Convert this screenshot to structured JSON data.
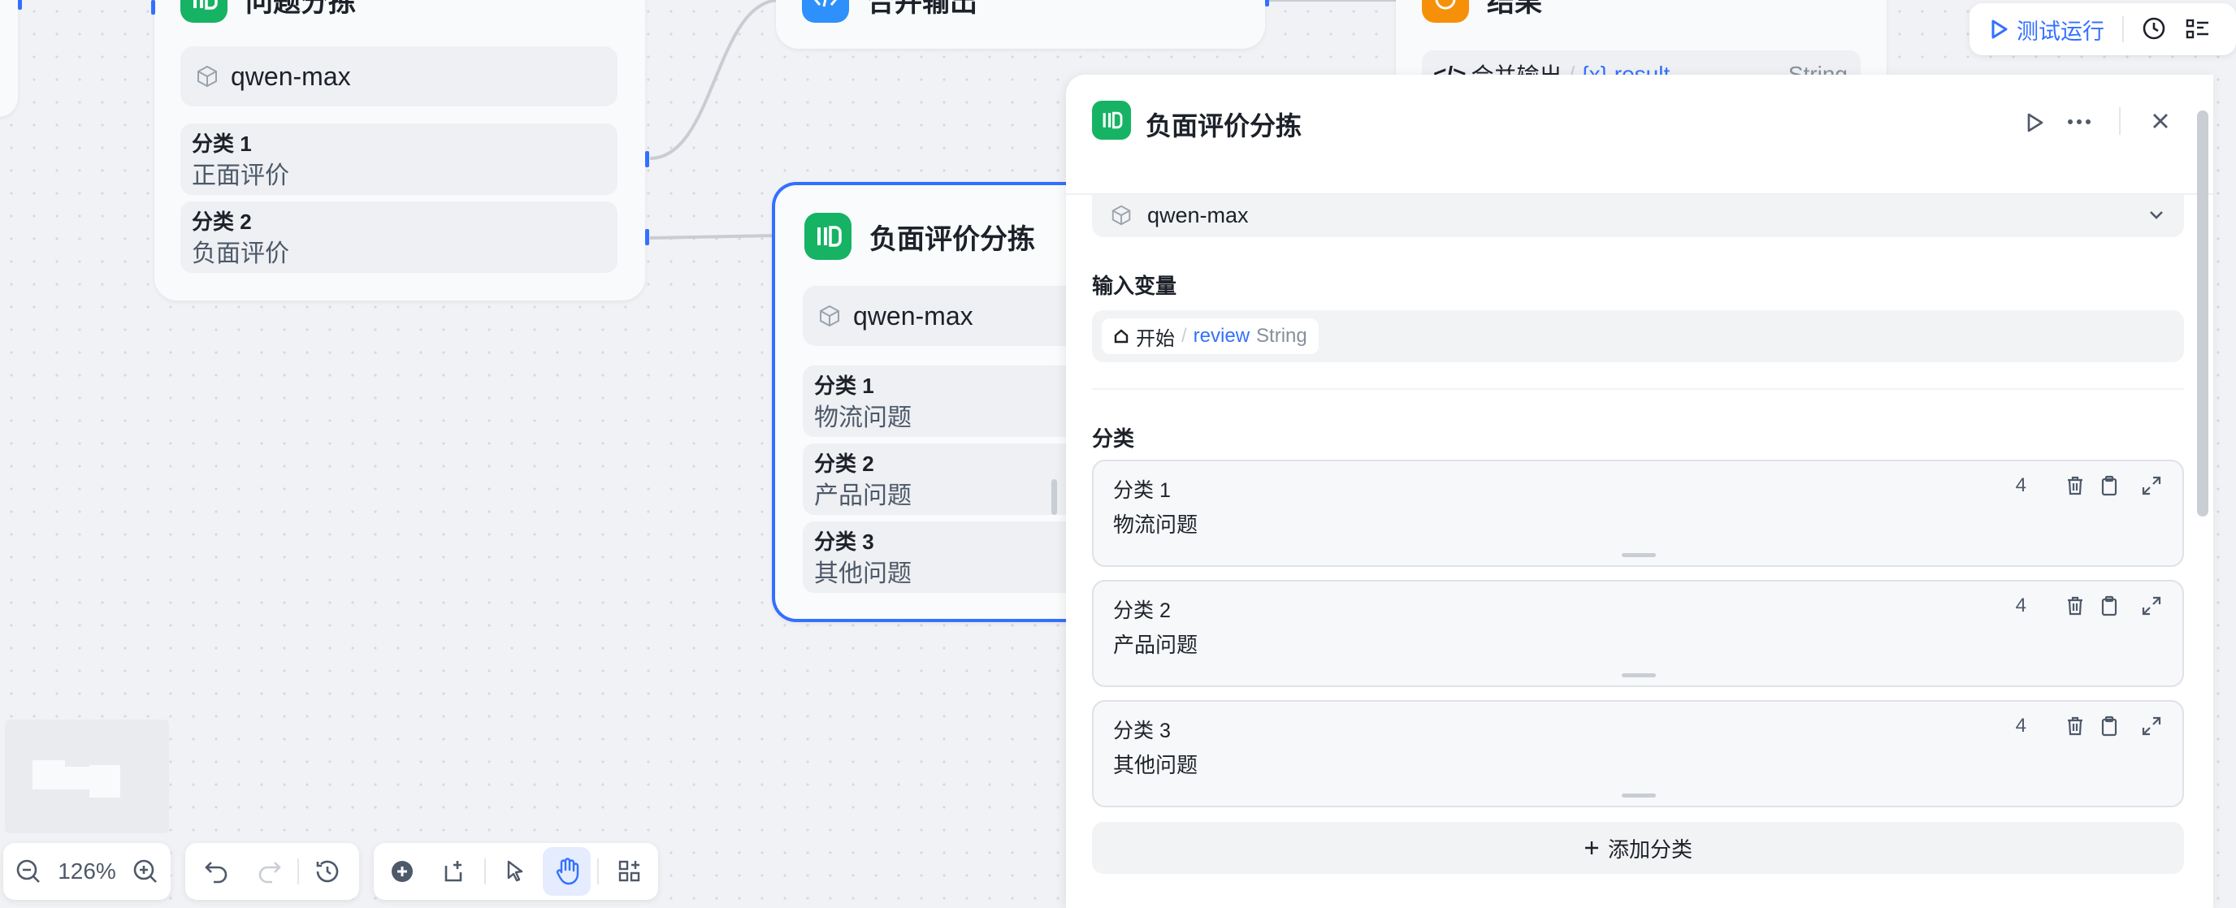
{
  "canvas": {
    "node_question": {
      "title": "问题分拣",
      "model": "qwen-max",
      "classes": [
        {
          "label": "分类 1",
          "value": "正面评价"
        },
        {
          "label": "分类 2",
          "value": "负面评价"
        }
      ]
    },
    "node_merge": {
      "title": "合并输出"
    },
    "node_end": {
      "title": "结果",
      "output_source": "合并输出",
      "output_var": "{x} result",
      "output_type": "String"
    },
    "node_negative": {
      "title": "负面评价分拣",
      "model": "qwen-max",
      "classes": [
        {
          "label": "分类 1",
          "value": "物流问题"
        },
        {
          "label": "分类 2",
          "value": "产品问题"
        },
        {
          "label": "分类 3",
          "value": "其他问题"
        }
      ]
    }
  },
  "top_actions": {
    "test_run_label": "测试运行"
  },
  "zoom": {
    "level": "126%"
  },
  "panel": {
    "title": "负面评价分拣",
    "model": "qwen-max",
    "input_section_label": "输入变量",
    "input_var": {
      "source": "开始",
      "name": "review",
      "type": "String"
    },
    "class_section_label": "分类",
    "classes": [
      {
        "label": "分类 1",
        "value": "物流问题",
        "count": "4"
      },
      {
        "label": "分类 2",
        "value": "产品问题",
        "count": "4"
      },
      {
        "label": "分类 3",
        "value": "其他问题",
        "count": "4"
      }
    ],
    "add_class_label": "添加分类"
  },
  "colors": {
    "accent_blue": "#3370ff",
    "classifier_green": "#16b364",
    "merge_blue": "#2e90fa",
    "end_orange": "#f79009"
  }
}
